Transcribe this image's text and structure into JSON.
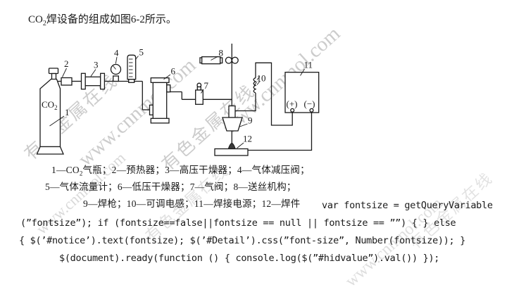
{
  "title": {
    "prefix": "CO",
    "sub": "2",
    "suffix": "焊设备的组成如图6-2所示。"
  },
  "diagram": {
    "cylinder_text_prefix": "CO",
    "cylinder_text_sub": "2",
    "plus_terminal": "(+)",
    "minus_terminal": "(−)",
    "n1": "1",
    "n2": "2",
    "n3": "3",
    "n4": "4",
    "n5": "5",
    "n6": "6",
    "n7": "7",
    "n8": "8",
    "n9": "9",
    "n10": "10",
    "n11": "11",
    "n12": "12"
  },
  "legend": {
    "line1_pre": "1—CO",
    "line1_sub": "2",
    "line1_post": "气瓶；2—预热器；3—高压干燥器；4—气体减压阀；",
    "line2": "5—气体流量计；6—低压干燥器；7—气阀；8—送丝机构；",
    "line3": "9—焊枪；10—可调电感；11—焊接电源；12—焊件"
  },
  "code": {
    "line1": "var fontsize = getQueryVariable",
    "line2": "(”fontsize”); if (fontsize==false||fontsize == null || fontsize == ””) { } else",
    "line3": "{ $(’#notice’).text(fontsize); $(’#Detail’).css(”font-size”, Number(fontsize)); }",
    "line4": "$(document).ready(function ()  { console.log($(”#hidvalue”).val()) });"
  },
  "watermark": {
    "site": "www.cnnmol.com",
    "cn": "有色金属在线"
  }
}
